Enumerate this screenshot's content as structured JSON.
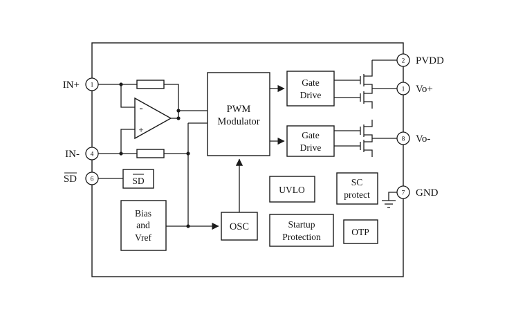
{
  "pins": {
    "left": [
      {
        "num": "1",
        "label": "IN+"
      },
      {
        "num": "4",
        "label": "IN-"
      },
      {
        "num": "6",
        "label": "SD"
      }
    ],
    "right": [
      {
        "num": "2",
        "label": "PVDD"
      },
      {
        "num": "1",
        "label": "Vo+"
      },
      {
        "num": "8",
        "label": "Vo-"
      },
      {
        "num": "7",
        "label": "GND"
      }
    ]
  },
  "blocks": {
    "pwm": {
      "line1": "PWM",
      "line2": "Modulator"
    },
    "gate_drive_top": {
      "line1": "Gate",
      "line2": "Drive"
    },
    "gate_drive_bottom": {
      "line1": "Gate",
      "line2": "Drive"
    },
    "uvlo": "UVLO",
    "sc_protect": {
      "line1": "SC",
      "line2": "protect"
    },
    "startup": {
      "line1": "Startup",
      "line2": "Protection"
    },
    "otp": "OTP",
    "bias": {
      "line1": "Bias",
      "line2": "and",
      "line3": "Vref"
    },
    "osc": "OSC",
    "sd": "SD"
  },
  "opamp": {
    "minus": "-",
    "plus": "+"
  },
  "colors": {
    "line": "#1b1b1b",
    "background": "#ffffff"
  }
}
